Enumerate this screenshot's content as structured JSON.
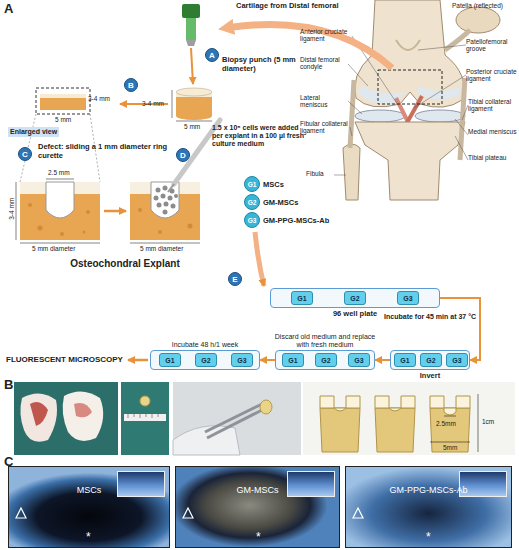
{
  "diagram": {
    "nodes": [
      {
        "text": [
          "A"
        ]
      },
      {
        "text": [
          "B"
        ]
      },
      {
        "text": [
          "C"
        ]
      },
      {
        "text": [
          "D"
        ]
      },
      {
        "text": [
          "E"
        ]
      },
      {
        "text": [
          "G1",
          "MSCs"
        ]
      },
      {
        "text": [
          "G2",
          "GM-MSCs"
        ]
      },
      {
        "text": [
          "G3",
          "GM-PPG-MSCs-Ab"
        ]
      },
      {
        "text": [
          "96 well plate"
        ]
      },
      {
        "text": [
          "G1"
        ],
        "in": 8
      },
      {
        "text": [
          "G2"
        ],
        "in": 8
      },
      {
        "text": [
          "G3"
        ],
        "in": 8
      },
      {
        "text": [
          "Incubate 48 h/1 week"
        ]
      },
      {
        "text": [
          "G1"
        ],
        "in": 12
      },
      {
        "text": [
          "G2"
        ],
        "in": 12
      },
      {
        "text": [
          "G3"
        ],
        "in": 12
      },
      {
        "text": [
          "Discard old medium and replace with fresh medium"
        ]
      },
      {
        "text": [
          "G1"
        ],
        "in": 16
      },
      {
        "text": [
          "G2"
        ],
        "in": 16
      },
      {
        "text": [
          "G3"
        ],
        "in": 16
      },
      {
        "text": [
          "Invert"
        ]
      },
      {
        "text": [
          "G1"
        ],
        "in": 20
      },
      {
        "text": [
          "G2"
        ],
        "in": 20
      },
      {
        "text": [
          "G3"
        ],
        "in": 20
      },
      {
        "text": [
          "MSCs"
        ]
      },
      {
        "text": [
          "GM-MSCs"
        ]
      },
      {
        "text": [
          "GM-PPG-MSCs-Ab"
        ]
      }
    ],
    "edges": [
      {
        "from": 8,
        "to": 20,
        "arrow": "to",
        "label": "Incubate for 45 min at 37 °C"
      },
      {
        "from": 20,
        "to": 16,
        "arrow": "to"
      },
      {
        "from": 16,
        "to": 12,
        "arrow": "to"
      }
    ],
    "labels": [
      "A",
      "Patella (reflected)",
      "Anterior cruciate ligament",
      "Patellofemoral groove",
      "Posterior cruciate ligament",
      "Distal femoral condyle",
      "Tibial collateral ligament",
      "Lateral meniscus",
      "Medial meniscus",
      "Fibular collateral ligament",
      "Tibial plateau",
      "Fibula",
      "Cartilage from Distal femoral",
      "Biopsy punch (5 mm diameter)",
      "3-4 mm",
      "5 mm",
      "3-4 mm",
      "5 mm",
      "Enlarged view",
      "Defect: sliding a 1 mm diameter ring curette",
      "2.5 mm",
      "3-4 mm",
      "5 mm diameter",
      "5 mm diameter",
      "1.5 x 10⁵ cells were added per explant in a 100 µl fresh culture medium",
      "Osteochondral Explant",
      "FLUORESCENT MICROSCOPY",
      "B",
      "1cm",
      "2.5mm",
      "5mm",
      "C",
      "*",
      "*",
      "*"
    ]
  }
}
